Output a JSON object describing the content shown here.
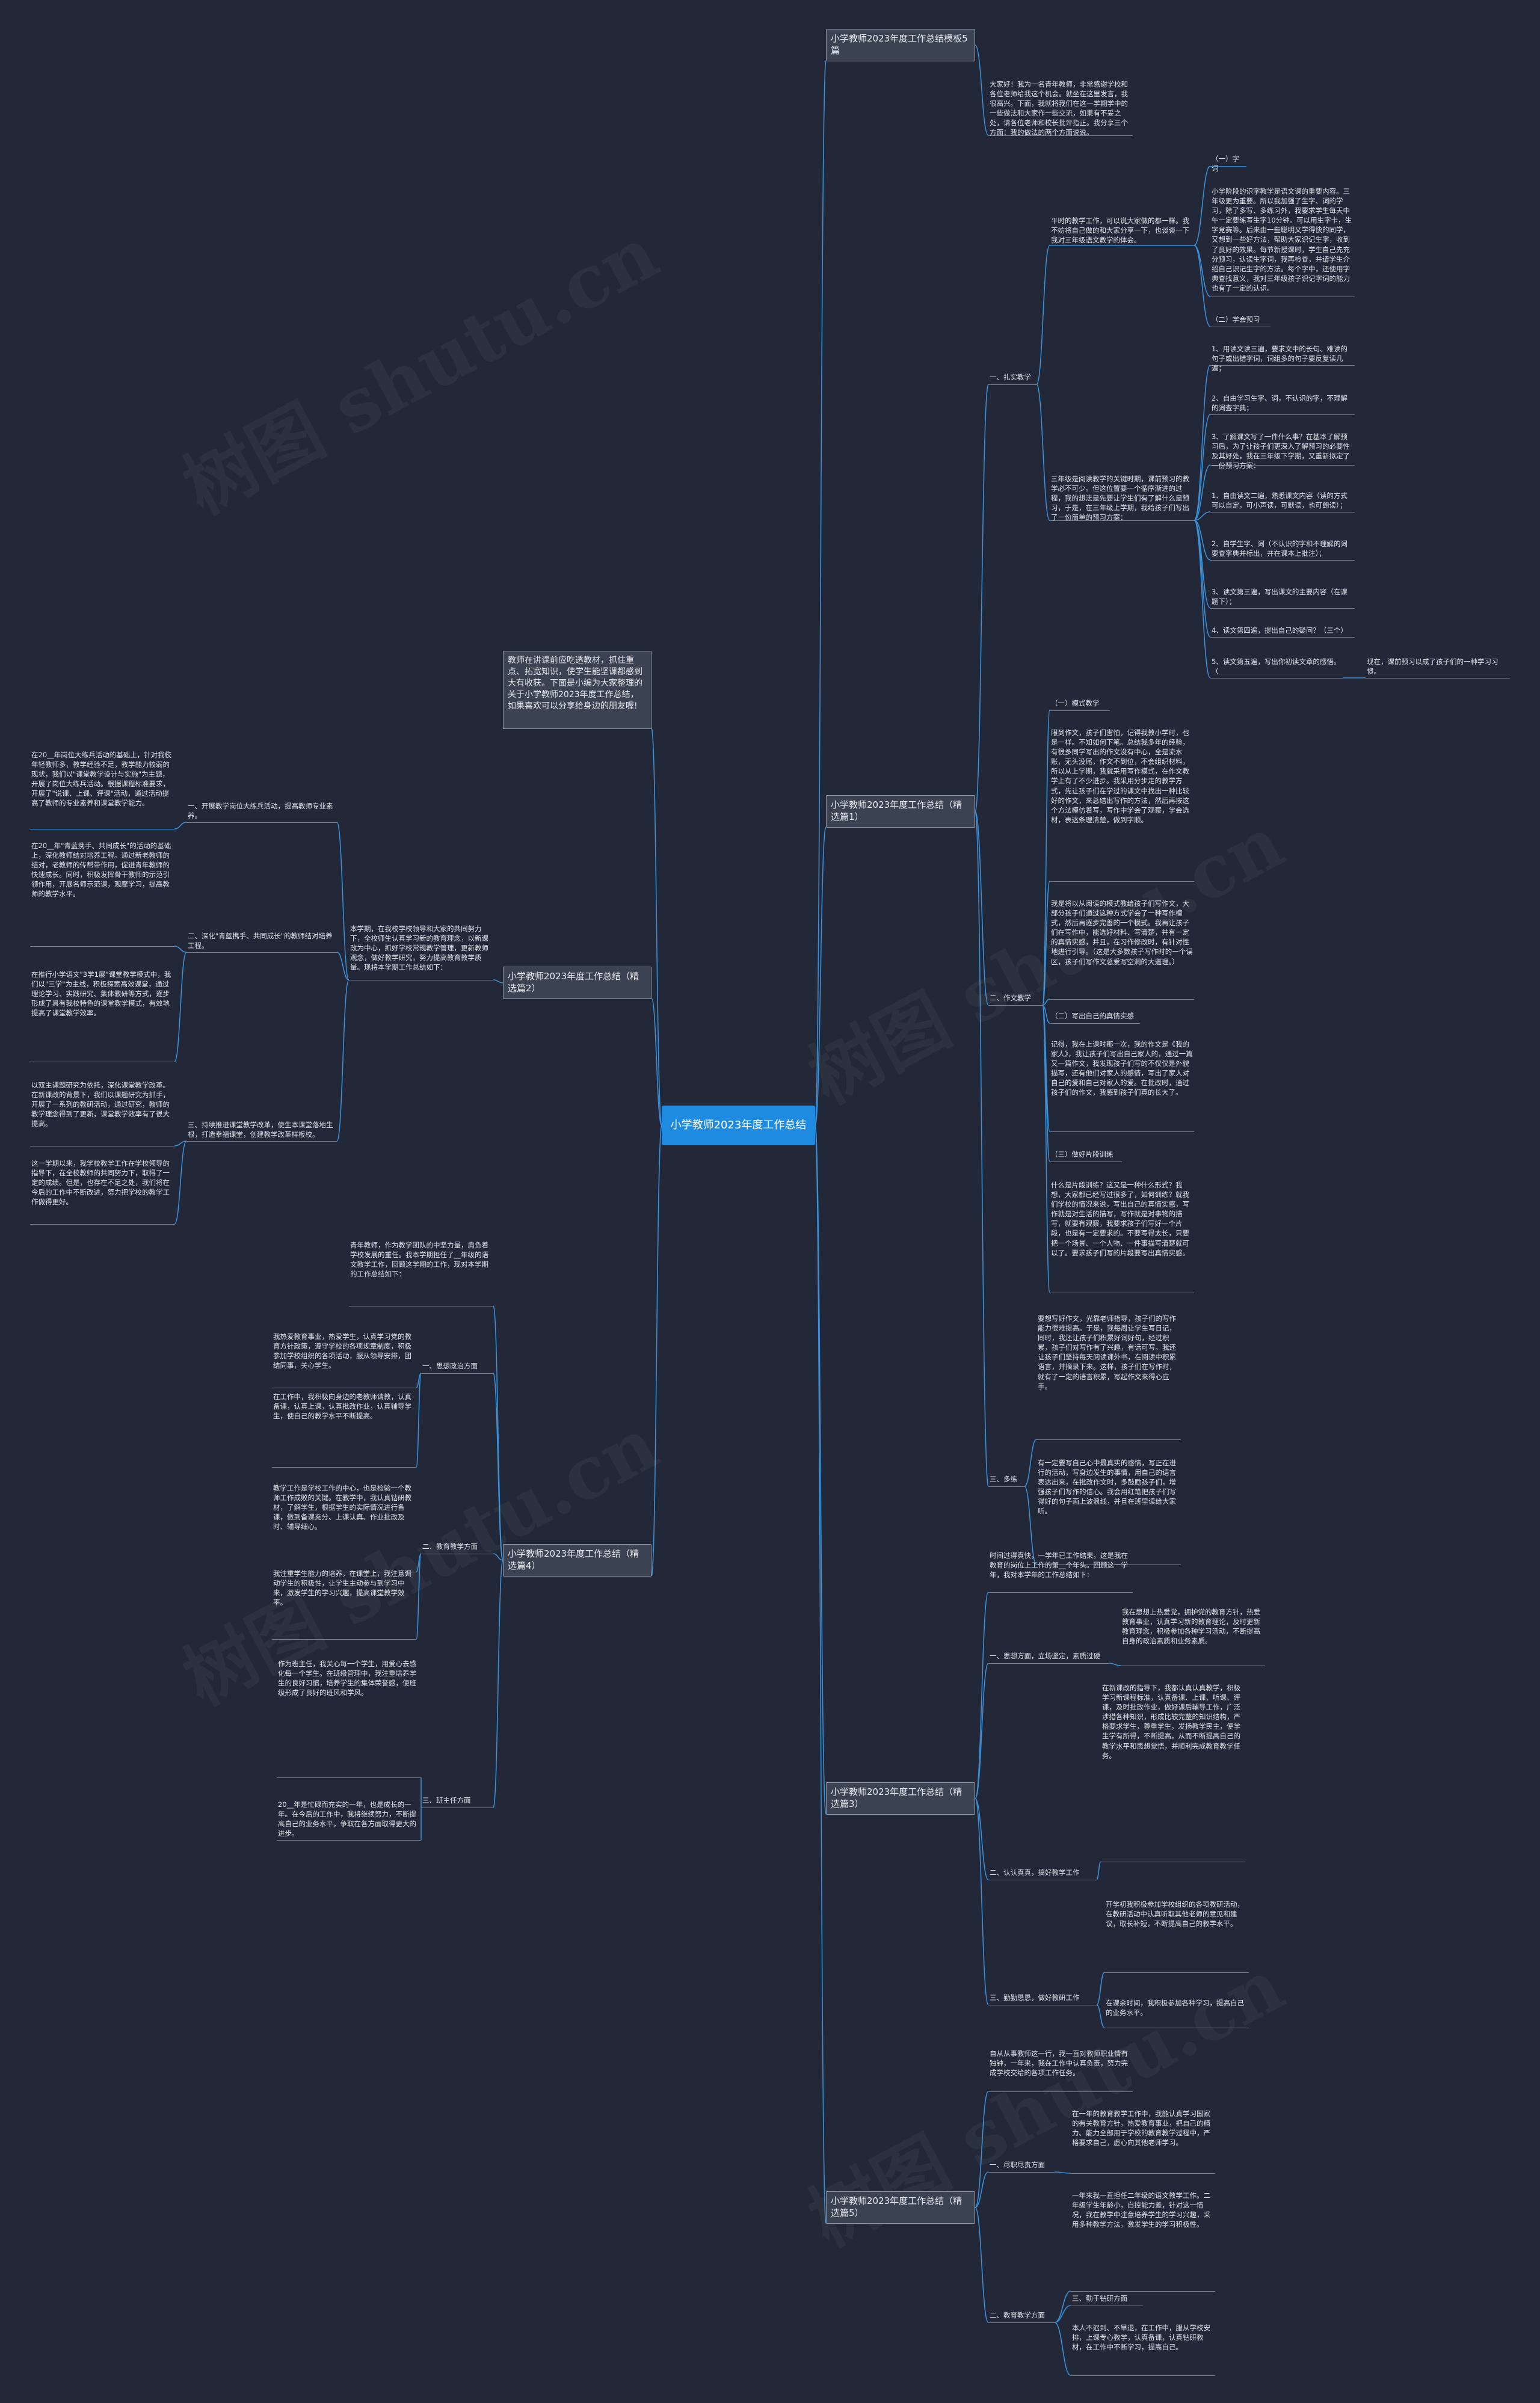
{
  "root": "小学教师2023年度工作总结",
  "intro": "教师在讲课前应吃透教材，抓住重点、拓宽知识，使学生能坚课都感到大有收获。下面是小编为大家整理的关于小学教师2023年度工作总结，如果喜欢可以分享给身边的朋友喔!",
  "branches": [
    {
      "title": "小学教师2023年度工作总结模板5篇"
    },
    {
      "title": "小学教师2023年度工作总结（精选篇1）"
    },
    {
      "title": "小学教师2023年度工作总结（精选篇2）"
    },
    {
      "title": "小学教师2023年度工作总结（精选篇3）"
    },
    {
      "title": "小学教师2023年度工作总结（精选篇4）"
    },
    {
      "title": "小学教师2023年度工作总结（精选篇5）"
    }
  ],
  "p1": {
    "greeting": "大家好！我为一名青年教师，非常感谢学校和各位老师给我这个机会。就坐在这里发言，我很高兴。下面，我就将我们在这一学期学中的一些做法和大家作一些交流，如果有不妥之处，请各位老师和校长批评指正。我分享三个方面：我的做法的两个方面说说。",
    "s1": "一、扎实教学",
    "s1a": "平时的教学工作，可以说大家做的都一样。我不妨将自己做的和大家分享一下，也谈谈一下我对三年级语文教学的体会。",
    "s1a_t1": "（一）字词",
    "s1a_t2": "小学阶段的识字教学是语文课的重要内容。三年级更为重要。所以我加强了生字、词的学习，除了多写、多练习外，我要求学生每天中午一定要练写生字10分钟。可以用生字卡，生字竞赛等。后来由一些聪明又学得快的同学，又想到一些好方法，帮助大家识记生字，收到了良好的效果。每节新授课时，学生自己先充分预习，认读生字词，我再检查，并请学生介绍自己识记生字的方法。每个字中，还使用字典查找意义，我对三年级孩子识记字词的能力也有了一定的认识。",
    "s1a_t3": "（二）学会预习",
    "s1b": "三年级是阅读教学的关键时期，课前预习的教学必不可少。但这位置要一个循序渐进的过程，我的想法是先要让学生们有了解什么是预习，于是，在三年级上学期，我给孩子们写出了一份简单的预习方案：",
    "s1b_steps": [
      "1、用读文读三遍，要求文中的长句、难读的句子或出错字词，词组多的句子要反复读几遍；",
      "2、自由学习生字、词，不认识的字，不理解的词查字典；",
      "3、了解课文写了一件什么事？在基本了解预习后，为了让孩子们更深入了解预习的必要性及其好处，我在三年级下学期，又重新拟定了一份预习方案：",
      "1、自由读文二遍，熟悉课文内容（读的方式可以自定，可小声读，可默读，也可朗读）；",
      "2、自学生字、词（不认识的字和不理解的词要查字典并标出，并在课本上批注）；",
      "3、读文第三遍，写出课文的主要内容（在课题下）；",
      "4、读文第四遍，提出自己的疑问？（三个）",
      "5、读文第五遍，写出你初读文章的感悟。（"
    ],
    "s1b_tail": "现在，课前预习以成了孩子们的一种学习习惯。",
    "s2": "二、作文教学",
    "s2_t1": "（一）模式教学",
    "s2_a": "限到作文，孩子们害怕，记得我教小学时，也是一样。不知如何下笔。总结我多年的经验，有很多同学写出的作文没有中心，全是流水账，无头没尾，作文不到位，不会组织材料，所以从上学期，我就采用写作模式，在作文教学上有了不少进步。我采用分步走的教学方式，先让孩子们在学过的课文中找出一种比较好的作文，来总结出写作的方法，然后再按这个方法模仿着写，写作中学会了观察，学会选材，表达条理清楚，做到字顺。",
    "s2_b": "我是将以从阅读的模式教给孩子们写作文，大部分孩子们通过这种方式学会了一种写作模式，然后再逐步完善的一个模式。我再让孩子们在写作中，能选好材料、写清楚，并有一定的真情实感，并且，在习作修改时，有针对性地进行引导。（这是大多数孩子写作时的一个误区，孩子们写作文总爱写空洞的大道理。）",
    "s2_t2": "（二）写出自己的真情实感",
    "s2_c": "记得，我在上课时那一次，我的作文是《我的家人》，我让孩子们写出自己家人的，通过一篇又一篇作文，我发现孩子们写的不仅仅是外貌描写，还有他们对家人的感情，写出了家人对自己的爱和自己对家人的爱。在批改时，通过孩子们的作文，我感到孩子们真的长大了。",
    "s2_t3": "（三）做好片段训练",
    "s2_d": "什么是片段训练？这又是一种什么形式？我想，大家都已经写过很多了，如何训练？就我们学校的情况来说，写出自己的真情实感，写作就是对生活的描写，写作就是对事物的描写，就要有观察，我要求孩子们写好一个片段，也是有一定要求的。不要写得太长，只要把一个场景、一个人物、一件事描写清楚就可以了。要求孩子们写的片段要写出真情实感。",
    "s3": "三、多练",
    "s3_a": "要想写好作文，光靠老师指导，孩子们的写作能力很难提高。于是，我每周让学生写日记，同时，我还让孩子们积累好词好句，经过积累，孩子们对写作有了兴趣，有话可写。我还让孩子们坚持每天阅读课外书，在阅读中积累语言，并摘录下来。这样，孩子们在写作时，就有了一定的语言积累，写起作文来得心应手。",
    "s3_b": "有一定要写自己心中最真实的感情，写正在进行的活动，写身边发生的事情，用自己的语言表达出来，在批改作文时，多鼓励孩子们，增强孩子们写作的信心。我会用红笔把孩子们写得好的句子画上波浪线，并且在班里读给大家听。"
  },
  "p2": {
    "main": "本学期，在我校学校领导和大家的共同努力下，全校师生认真学习新的教育理念，以新课改为中心，抓好学校常规教学管理，更新教师观念，做好教学研究，努力提高教育教学质量。现将本学期工作总结如下：",
    "s1": "一、开展教学岗位大练兵活动，提高教师专业素养。",
    "s1_t": "在20__年岗位大练兵活动的基础上，针对我校年轻教师多，教学经验不足，教学能力较弱的现状，我们以\"课堂教学设计与实施\"为主题，开展了岗位大练兵活动。根据课程标准要求，开展了\"说课、上课、评课\"活动，通过活动提高了教师的专业素养和课堂教学能力。",
    "s2": "二、深化\"青蓝携手、共同成长\"的教师结对培养工程。",
    "s2_t": "在20__年\"青蓝携手、共同成长\"的活动的基础上，深化教师结对培养工程。通过新老教师的结对，老教师的传帮带作用，促进青年教师的快速成长。同时，积极发挥骨干教师的示范引领作用，开展名师示范课，观摩学习，提高教师的教学水平。",
    "s2_t2": "在推行小学语文\"3学1展\"课堂教学模式中，我们以\"三学\"为主线，积极探索高效课堂，通过理论学习、实践研究、集体教研等方式，逐步形成了具有我校特色的课堂教学模式，有效地提高了课堂教学效率。",
    "s3": "三、持续推进课堂教学改革，使生本课堂落地生根，打造幸福课堂，创建教学改革样板校。",
    "s3_t": "以双主课题研究为依托，深化课堂教学改革。在新课改的背景下，我们以课题研究为抓手，开展了一系列的教研活动，通过研究，教师的教学理念得到了更新，课堂教学效率有了很大提高。",
    "s3_t2": "这一学期以来，我学校教学工作在学校领导的指导下，在全校教师的共同努力下，取得了一定的成绩。但是，也存在不足之处，我们将在今后的工作中不断改进，努力把学校的教学工作做得更好。"
  },
  "p3": {
    "intro": "时间过得真快，一学年已工作结束。这是我在教育的岗位上工作的第__个年头。回顾这一学年，我对本学年的工作总结如下：",
    "s1": "一、思想方面，立场坚定，素质过硬",
    "s1_t": "我在思想上热爱党，拥护党的教育方针，热爱教育事业，认真学习新的教育理论，及时更新教育理念，积极参加各种学习活动，不断提高自身的政治素质和业务素质。",
    "s2": "二、认认真真，搞好教学工作",
    "s2_t": "在新课改的指导下，我都认真认真教学，积极学习新课程标准，认真备课、上课、听课、评课，及时批改作业，做好课后辅导工作，广泛涉猎各种知识，形成比较完整的知识结构，严格要求学生，尊重学生，发扬教学民主，使学生学有所得，不断提高，从而不断提高自己的教学水平和思想觉悟，并顺利完成教育教学任务。",
    "s3": "三、勤勤恳恳，做好教研工作",
    "s3_t": "开学初我积极参加学校组织的各项教研活动，在教研活动中认真听取其他老师的意见和建议，取长补短，不断提高自己的教学水平。",
    "s3_t2": "在课余时间，我积极参加各种学习，提高自己的业务水平。"
  },
  "p4": {
    "intro": "青年教师，作为教学团队的中坚力量，肩负着学校发展的重任。我本学期担任了__年级的语文教学工作，回顾这学期的工作，现对本学期的工作总结如下：",
    "s1": "一、思想政治方面",
    "s1_t": "我热爱教育事业，热爱学生，认真学习党的教育方针政策，遵守学校的各项规章制度，积极参加学校组织的各项活动，服从领导安排，团结同事，关心学生。",
    "s1_t2": "在工作中，我积极向身边的老教师请教，认真备课，认真上课，认真批改作业，认真辅导学生，使自己的教学水平不断提高。",
    "s2": "二、教育教学方面",
    "s2_t": "教学工作是学校工作的中心，也是检验一个教师工作成败的关键。在教学中，我认真钻研教材，了解学生，根据学生的实际情况进行备课，做到备课充分、上课认真、作业批改及时、辅导细心。",
    "s2_t2": "我注重学生能力的培养，在课堂上，我注意调动学生的积极性，让学生主动参与到学习中来，激发学生的学习兴趣，提高课堂教学效率。",
    "s3": "三、班主任方面",
    "s3_t": "作为班主任，我关心每一个学生，用爱心去感化每一个学生。在班级管理中，我注重培养学生的良好习惯，培养学生的集体荣誉感，使班级形成了良好的班风和学风。",
    "s3_t2": "20__年是忙碌而充实的一年，也是成长的一年。在今后的工作中，我将继续努力，不断提高自己的业务水平，争取在各方面取得更大的进步。"
  },
  "p5": {
    "intro": "自从从事教师这一行，我一直对教师职业情有独钟，一年来，我在工作中认真负责，努力完成学校交给的各项工作任务。",
    "s1": "一、尽职尽责方面",
    "s1_t": "在一年的教育教学工作中，我能认真学习国家的有关教育方针，热爱教育事业，把自己的精力、能力全部用于学校的教育教学过程中，严格要求自己，虚心向其他老师学习。",
    "s2": "二、教育教学方面",
    "s2_t": "一年来我一直担任二年级的语文教学工作。二年级学生年龄小，自控能力差，针对这一情况，我在教学中注意培养学生的学习兴趣，采用多种教学方法，激发学生的学习积极性。",
    "s2_t2": "三、勤于钻研方面",
    "s2_t3": "本人不迟到、不早退，在工作中，服从学校安排，上课专心教学，认真备课，认真钻研教材，在工作中不断学习，提高自己。"
  }
}
